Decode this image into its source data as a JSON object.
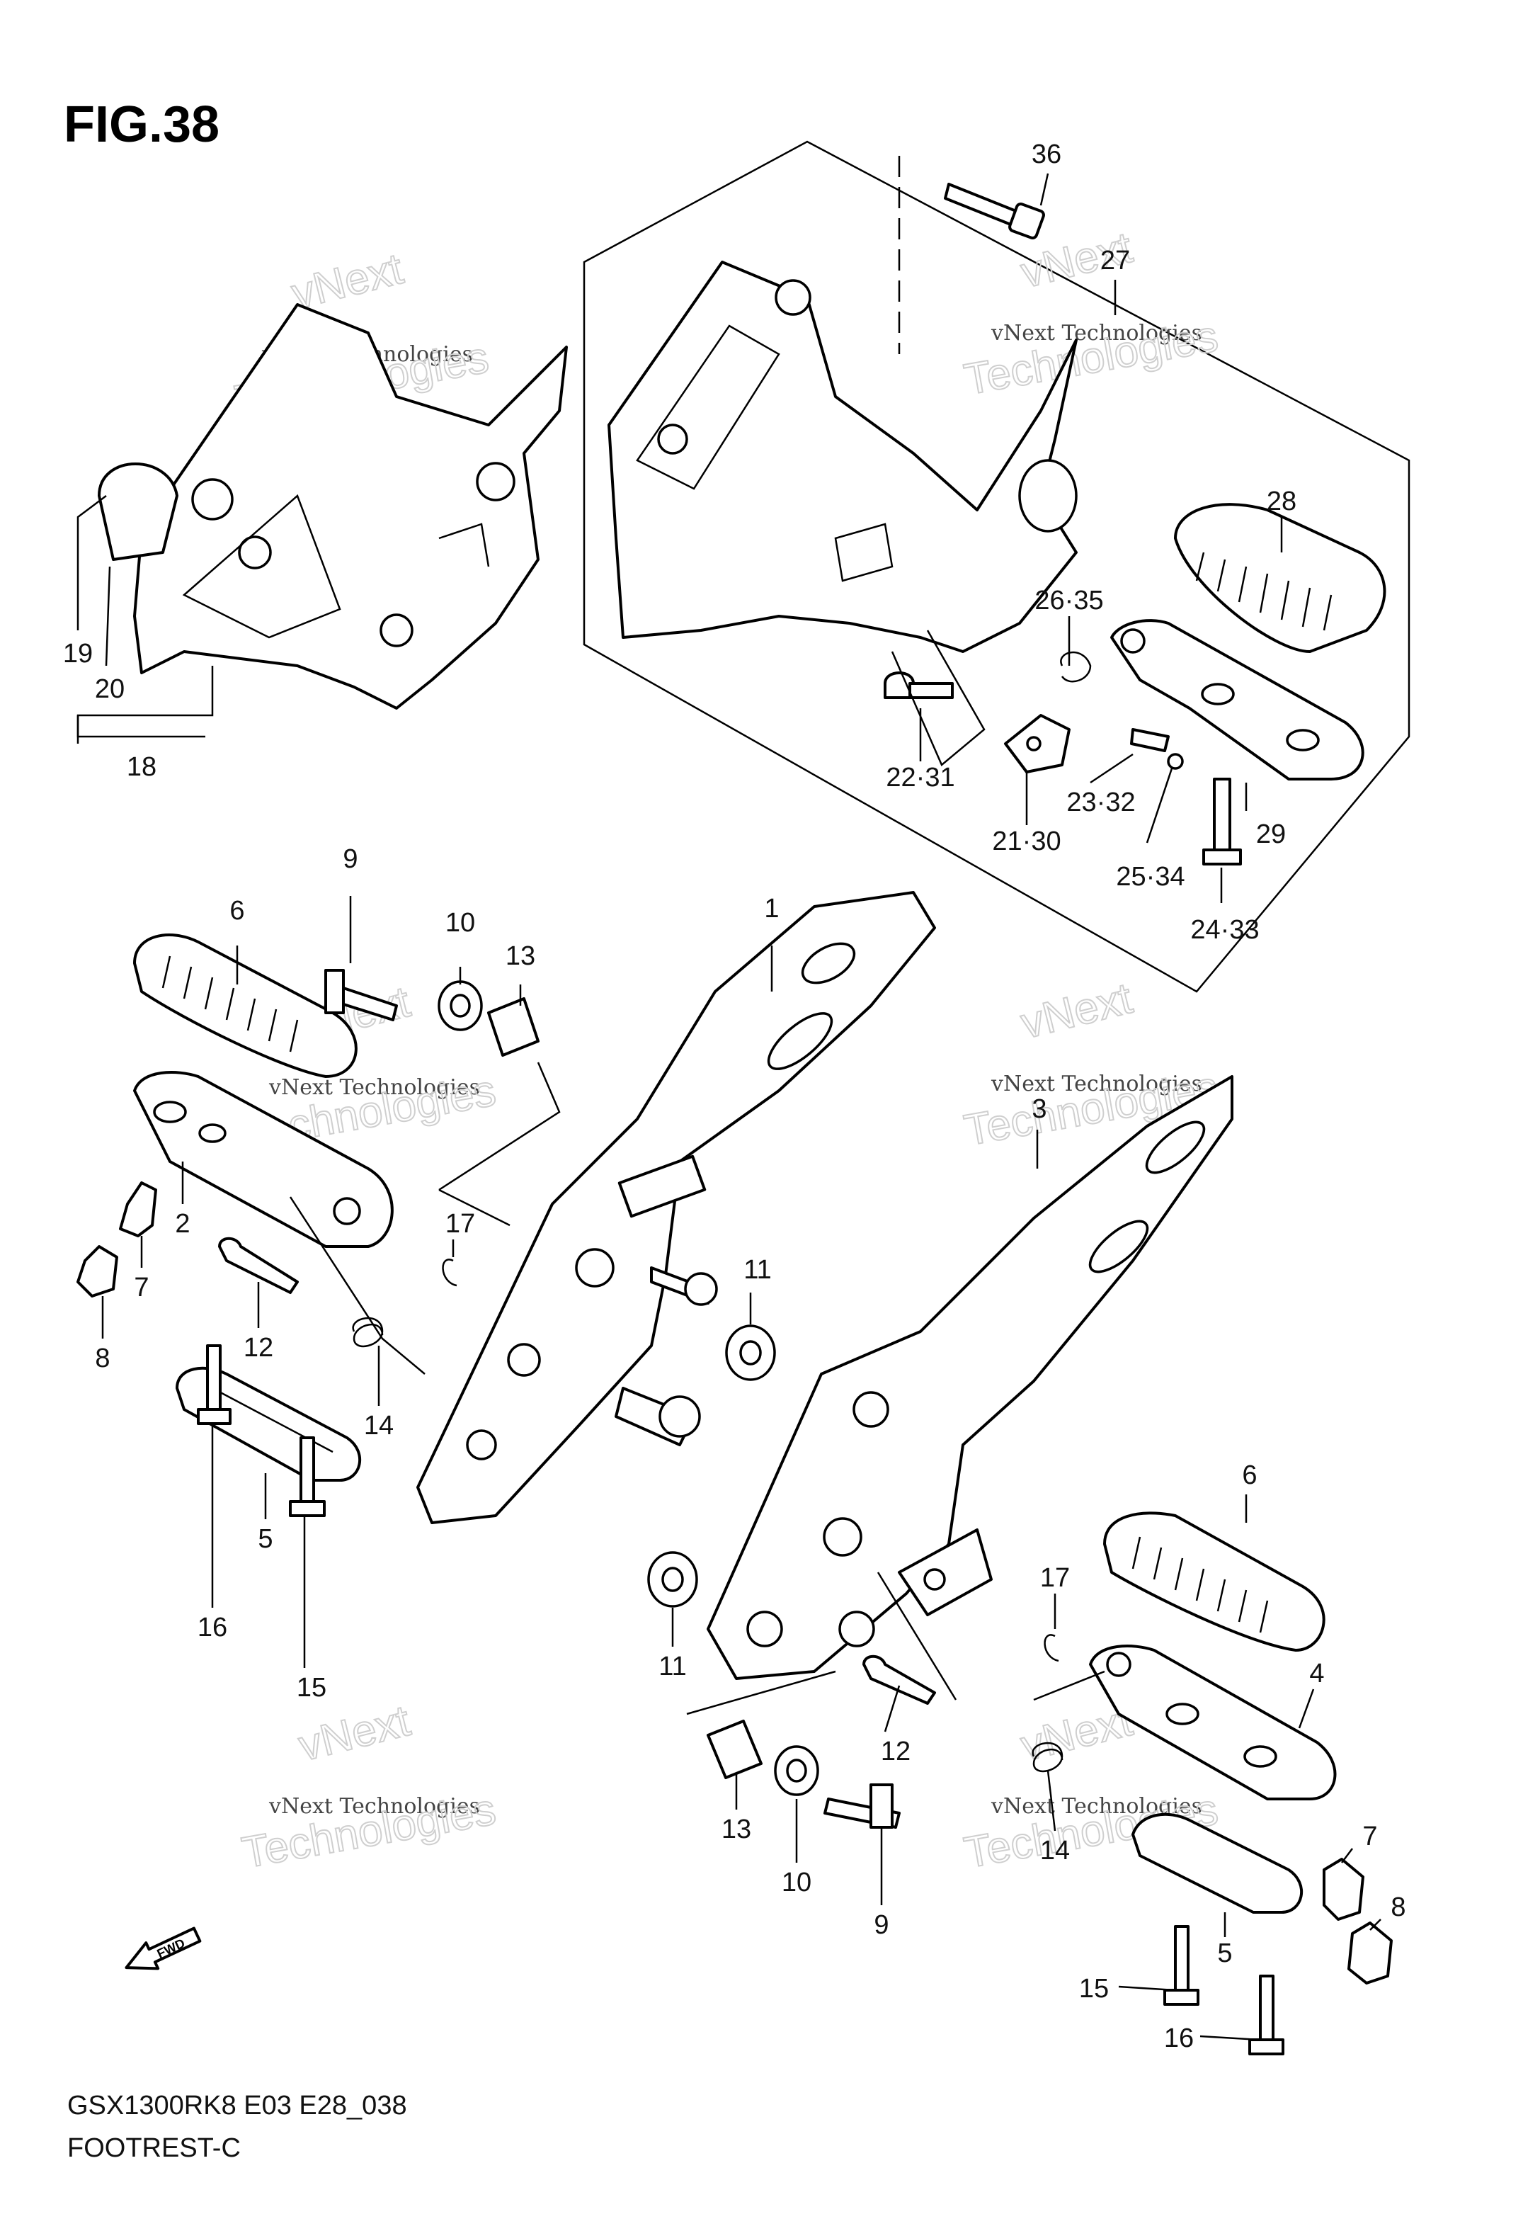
{
  "figure": {
    "title": "FIG.38",
    "model_code": "GSX1300RK8 E03 E28_038",
    "name": "FOOTREST-C"
  },
  "watermark": {
    "line1": "vNext Technologies",
    "line2": "Technologies",
    "line3": "vNext"
  },
  "fwd_marker": "FWD",
  "callouts": [
    "36",
    "27",
    "28",
    "26·35",
    "22·31",
    "21·30",
    "23·32",
    "25·34",
    "24·33",
    "29",
    "19",
    "20",
    "18",
    "9",
    "6",
    "10",
    "13",
    "1",
    "2",
    "7",
    "8",
    "12",
    "17",
    "14",
    "11",
    "5",
    "16",
    "15",
    "3",
    "6",
    "11",
    "17",
    "4",
    "12",
    "13",
    "10",
    "9",
    "14",
    "7",
    "8",
    "5",
    "15",
    "16"
  ]
}
